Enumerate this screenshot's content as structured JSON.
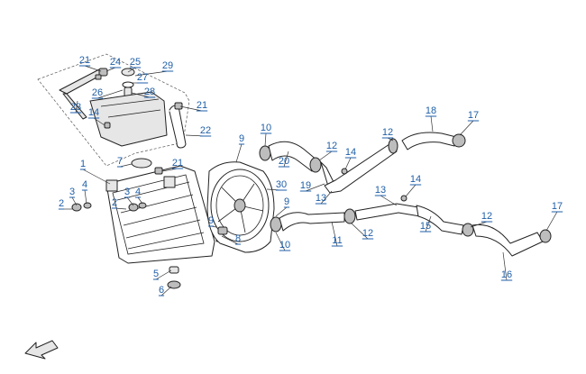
{
  "diagram": {
    "accent_color": "#1f5fa8",
    "line_color": "#222222",
    "callouts": [
      "21",
      "24",
      "25",
      "29",
      "27",
      "26",
      "28",
      "23",
      "14",
      "21",
      "22",
      "7",
      "21",
      "1",
      "3",
      "4",
      "2",
      "3",
      "4",
      "2",
      "5",
      "6",
      "10",
      "20",
      "9",
      "30",
      "9",
      "9",
      "8",
      "10",
      "12",
      "14",
      "19",
      "13",
      "11",
      "12",
      "12",
      "18",
      "17",
      "14",
      "13",
      "15",
      "12",
      "17",
      "16"
    ]
  }
}
